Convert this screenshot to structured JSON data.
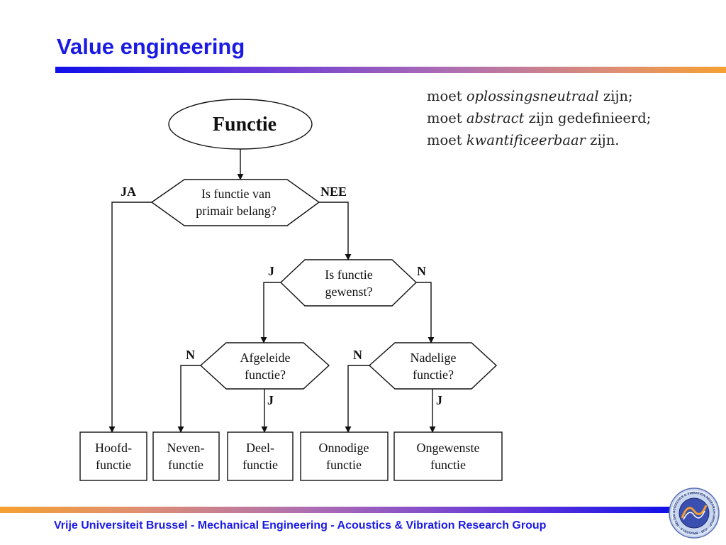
{
  "title": "Value engineering",
  "notes": [
    {
      "prefix": "moet ",
      "emphasis": "oplossingsneutraal",
      "suffix": " zijn;"
    },
    {
      "prefix": "moet ",
      "emphasis": "abstract",
      "suffix": " zijn gedefinieerd;"
    },
    {
      "prefix": "moet ",
      "emphasis": "kwantificeerbaar",
      "suffix": " zijn."
    }
  ],
  "diagram": {
    "start": "Functie",
    "decisions": {
      "primary": [
        "Is functie van",
        "primair belang?"
      ],
      "desired": [
        "Is functie",
        "gewenst?"
      ],
      "derived": [
        "Afgeleide",
        "functie?"
      ],
      "adverse": [
        "Nadelige",
        "functie?"
      ]
    },
    "labels": {
      "ja": "JA",
      "nee": "NEE",
      "desired_yes": "J",
      "desired_no": "N",
      "derived_no": "N",
      "derived_yes": "J",
      "adverse_no": "N",
      "adverse_yes": "J"
    },
    "outcomes": {
      "main": [
        "Hoofd-",
        "functie"
      ],
      "secondary": [
        "Neven-",
        "functie"
      ],
      "partial": [
        "Deel-",
        "functie"
      ],
      "unnecessary": [
        "Onnodige",
        "functie"
      ],
      "unwanted": [
        "Ongewenste",
        "functie"
      ]
    }
  },
  "footer": "Vrije Universiteit Brussel - Mechanical Engineering - Acoustics & Vibration Research Group",
  "logo": {
    "icon": "university-seal-icon",
    "ring_text": "ACOUSTICS & VIBRATION RESEARCH GROUP · VUB · BRUSSELS · BELGIUM"
  }
}
